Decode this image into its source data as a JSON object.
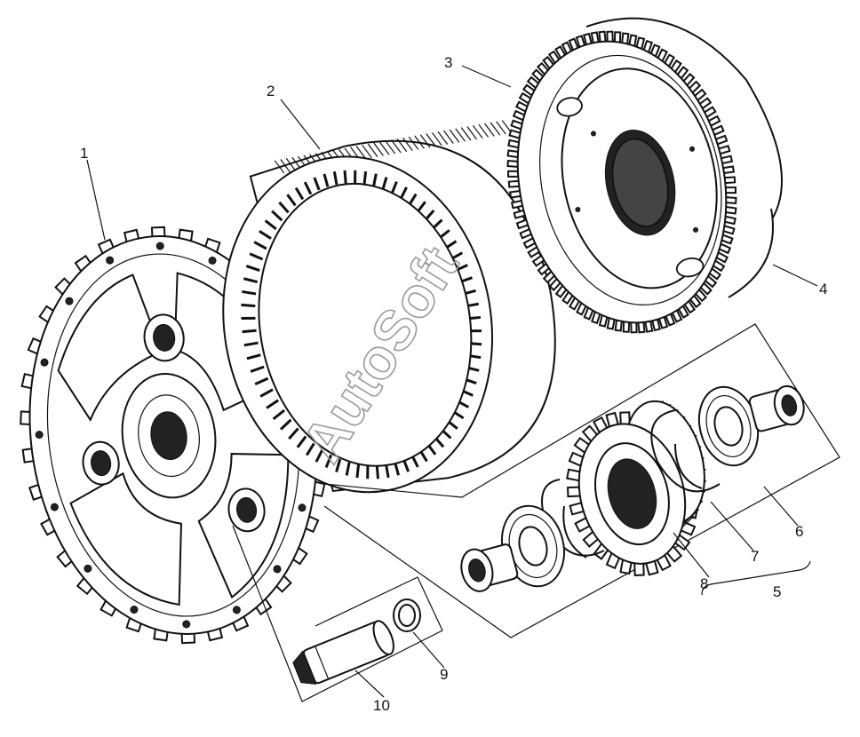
{
  "diagram": {
    "watermark": "AutoSoft",
    "parts": [
      {
        "id": "part-1",
        "label": "1"
      },
      {
        "id": "part-2",
        "label": "2"
      },
      {
        "id": "part-3",
        "label": "3"
      },
      {
        "id": "part-4",
        "label": "4"
      },
      {
        "id": "part-5",
        "label": "5"
      },
      {
        "id": "part-6",
        "label": "6"
      },
      {
        "id": "part-7",
        "label": "7"
      },
      {
        "id": "part-8",
        "label": "8"
      },
      {
        "id": "part-9",
        "label": "9"
      },
      {
        "id": "part-10",
        "label": "10"
      }
    ]
  }
}
